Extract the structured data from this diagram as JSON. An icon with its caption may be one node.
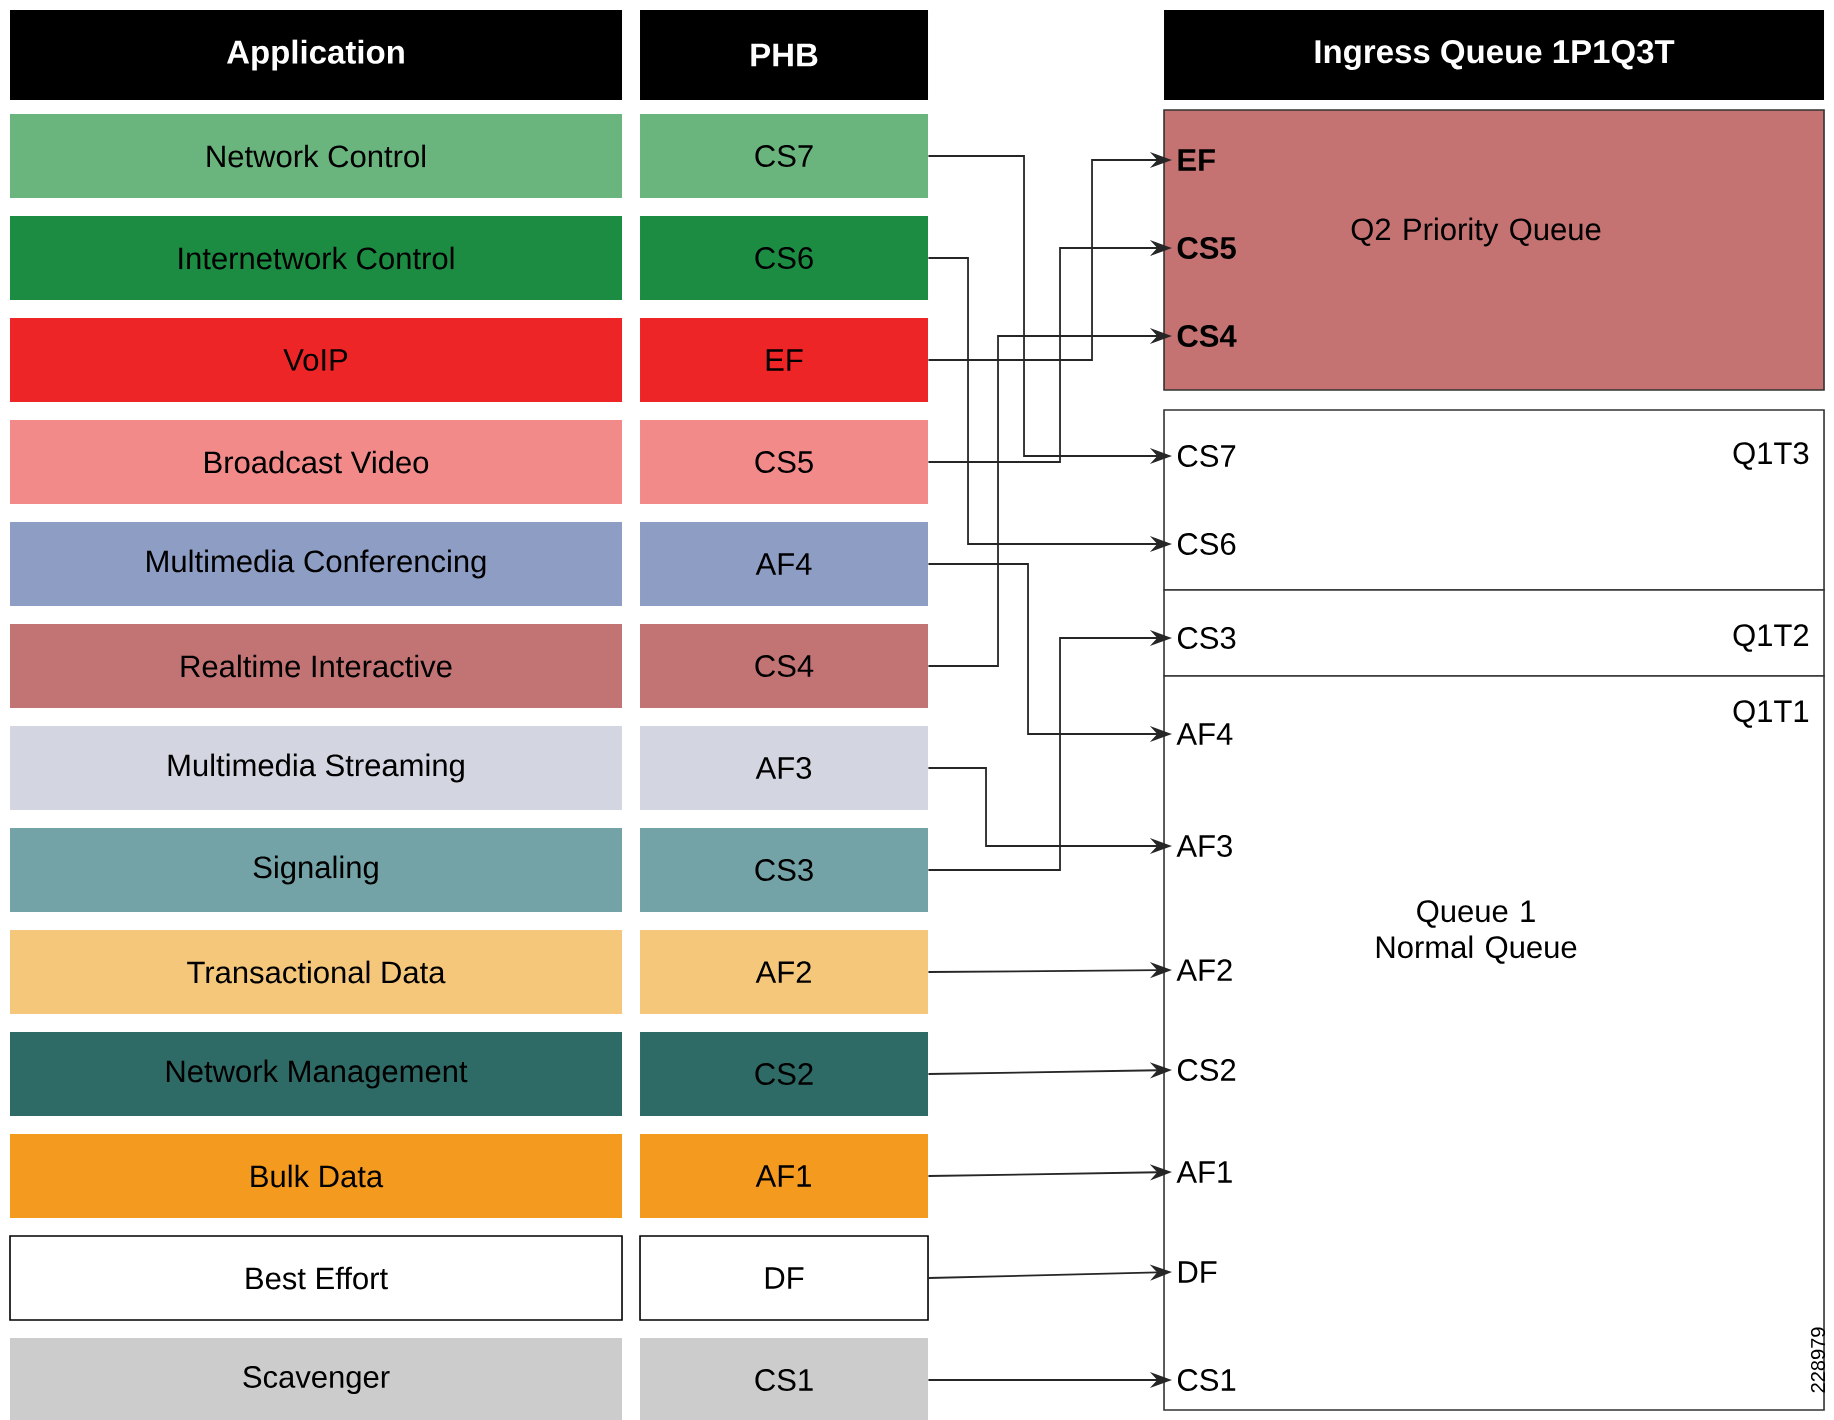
{
  "diagram": {
    "nodes": [
      {
        "text": [
          "Application"
        ]
      },
      {
        "text": [
          "PHB"
        ]
      },
      {
        "text": [
          "Ingress Queue 1P1Q3T"
        ]
      },
      {
        "text": [
          "Network Control"
        ]
      },
      {
        "text": [
          "Internetwork Control"
        ]
      },
      {
        "text": [
          "VoIP"
        ]
      },
      {
        "text": [
          "Broadcast Video"
        ]
      },
      {
        "text": [
          "Multimedia Conferencing"
        ]
      },
      {
        "text": [
          "Realtime Interactive"
        ]
      },
      {
        "text": [
          "Multimedia Streaming"
        ]
      },
      {
        "text": [
          "Signaling"
        ]
      },
      {
        "text": [
          "Transactional Data"
        ]
      },
      {
        "text": [
          "Network Management"
        ]
      },
      {
        "text": [
          "Bulk Data"
        ]
      },
      {
        "text": [
          "Best Effort"
        ]
      },
      {
        "text": [
          "Scavenger"
        ]
      },
      {
        "text": [
          "CS7"
        ]
      },
      {
        "text": [
          "CS6"
        ]
      },
      {
        "text": [
          "EF"
        ]
      },
      {
        "text": [
          "CS5"
        ]
      },
      {
        "text": [
          "AF4"
        ]
      },
      {
        "text": [
          "CS4"
        ]
      },
      {
        "text": [
          "AF3"
        ]
      },
      {
        "text": [
          "CS3"
        ]
      },
      {
        "text": [
          "AF2"
        ]
      },
      {
        "text": [
          "CS2"
        ]
      },
      {
        "text": [
          "AF1"
        ]
      },
      {
        "text": [
          "DF"
        ]
      },
      {
        "text": [
          "CS1"
        ]
      },
      {
        "text": [
          "Q2 Priority Queue"
        ]
      },
      {
        "text": [
          "EF"
        ],
        "in": 29
      },
      {
        "text": [
          "CS5"
        ],
        "in": 29
      },
      {
        "text": [
          "CS4"
        ],
        "in": 29
      },
      {
        "text": [
          "Q1T3"
        ]
      },
      {
        "text": [
          "CS7"
        ],
        "in": 33
      },
      {
        "text": [
          "CS6"
        ],
        "in": 33
      },
      {
        "text": [
          "Q1T2"
        ]
      },
      {
        "text": [
          "CS3"
        ],
        "in": 36
      },
      {
        "text": [
          "Q1T1",
          "Queue 1 Normal Queue"
        ]
      },
      {
        "text": [
          "AF4"
        ],
        "in": 38
      },
      {
        "text": [
          "AF3"
        ],
        "in": 38
      },
      {
        "text": [
          "AF2"
        ],
        "in": 38
      },
      {
        "text": [
          "CS2"
        ],
        "in": 38
      },
      {
        "text": [
          "AF1"
        ],
        "in": 38
      },
      {
        "text": [
          "DF"
        ],
        "in": 38
      },
      {
        "text": [
          "CS1"
        ],
        "in": 38
      }
    ],
    "edges": [
      {
        "from": 16,
        "to": 34,
        "arrow": "to"
      },
      {
        "from": 17,
        "to": 35,
        "arrow": "to"
      },
      {
        "from": 18,
        "to": 30,
        "arrow": "to"
      },
      {
        "from": 19,
        "to": 31,
        "arrow": "to"
      },
      {
        "from": 20,
        "to": 39,
        "arrow": "to"
      },
      {
        "from": 21,
        "to": 32,
        "arrow": "to"
      },
      {
        "from": 22,
        "to": 40,
        "arrow": "to"
      },
      {
        "from": 23,
        "to": 37,
        "arrow": "to"
      },
      {
        "from": 24,
        "to": 41,
        "arrow": "to"
      },
      {
        "from": 25,
        "to": 42,
        "arrow": "to"
      },
      {
        "from": 26,
        "to": 43,
        "arrow": "to"
      },
      {
        "from": 27,
        "to": 44,
        "arrow": "to"
      },
      {
        "from": 28,
        "to": 45,
        "arrow": "to"
      }
    ],
    "labels": [
      "228979"
    ]
  }
}
